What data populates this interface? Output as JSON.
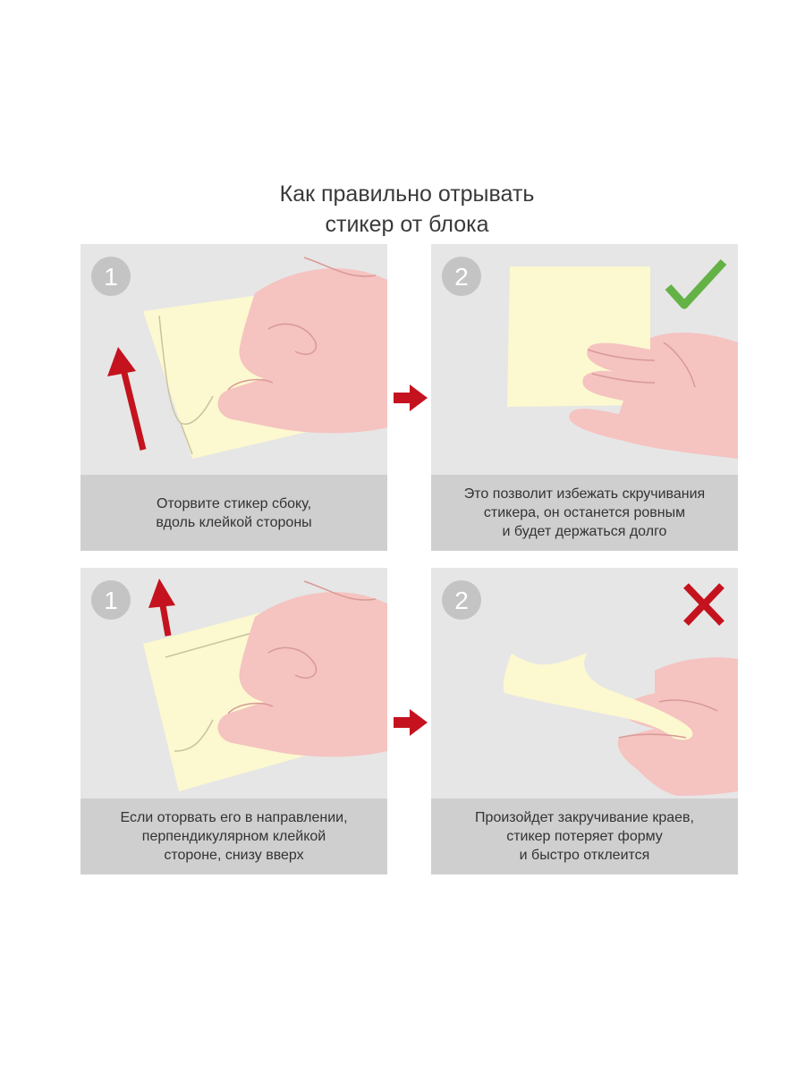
{
  "title": {
    "line1": "Как правильно отрывать",
    "line2": "стикер от блока"
  },
  "rows": [
    {
      "verdict": "correct",
      "steps": [
        {
          "number": "1",
          "caption": [
            "Оторвите стикер сбоку,",
            "вдоль клейкой стороны"
          ]
        },
        {
          "number": "2",
          "caption": [
            "Это позволит избежать скручивания",
            "стикера, он останется ровным",
            "и будет держаться долго"
          ]
        }
      ]
    },
    {
      "verdict": "wrong",
      "steps": [
        {
          "number": "1",
          "caption": [
            "Если оторвать его в направлении,",
            "перпендикулярном клейкой",
            "стороне, снизу вверх"
          ]
        },
        {
          "number": "2",
          "caption": [
            "Произойдет закручивание краев,",
            "стикер потеряет форму",
            "и быстро отклеится"
          ]
        }
      ]
    }
  ],
  "colors": {
    "panel_bg": "#e6e6e6",
    "caption_bg": "#cfcfcf",
    "step_badge": "#c4c4c4",
    "sticker": "#fcf8cf",
    "hand": "#f5c3c0",
    "hand_line": "#d89a96",
    "arrow_red": "#c4131f",
    "check_green": "#64b246",
    "cross_red": "#c4131f"
  },
  "icons": [
    "step-number-badge",
    "direction-arrow-icon",
    "next-step-arrow-icon",
    "checkmark-icon",
    "cross-icon"
  ]
}
